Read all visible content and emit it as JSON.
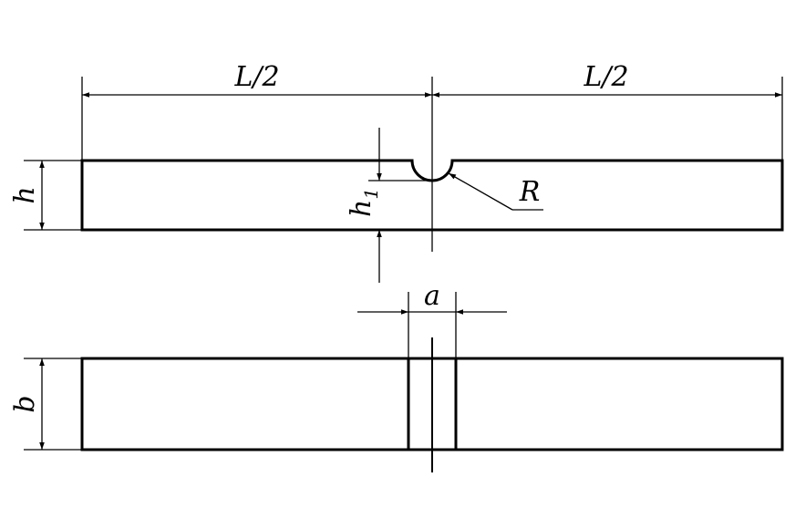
{
  "labels": {
    "half_length_left": "L/2",
    "half_length_right": "L/2",
    "height": "h",
    "notch_depth_main": "h",
    "notch_depth_sub": "1",
    "radius": "R",
    "notch_width": "a",
    "width": "b"
  },
  "colors": {
    "line": "#000000",
    "background": "#ffffff"
  }
}
